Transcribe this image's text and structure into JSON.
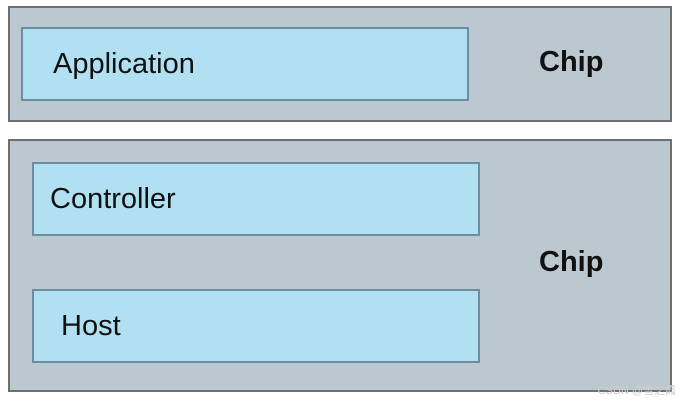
{
  "diagram": {
    "top_panel": {
      "block_label": "Application",
      "chip_label": "Chip"
    },
    "bottom_panel": {
      "blocks": [
        {
          "label": "Controller"
        },
        {
          "label": "Host"
        }
      ],
      "chip_label": "Chip"
    },
    "watermark": "CSDN @雪之霞"
  },
  "colors": {
    "panel_fill": "#bcc8d0",
    "panel_border": "#6f6f6f",
    "block_fill": "#b0e0f2",
    "block_border": "#6d8da0"
  }
}
